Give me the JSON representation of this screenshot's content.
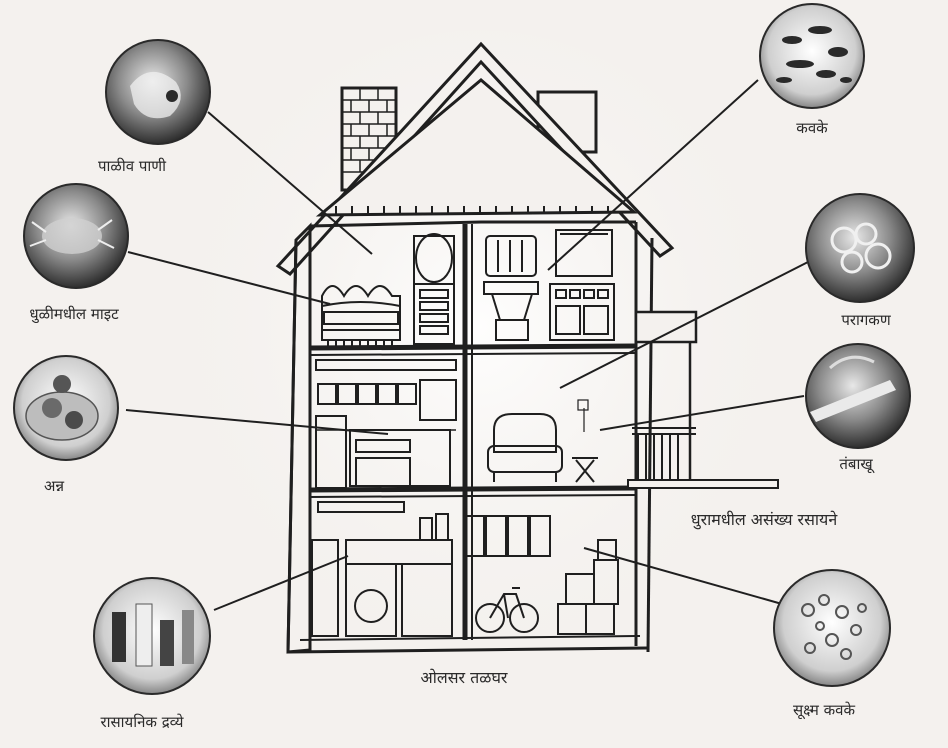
{
  "labels": {
    "water": "पाळीव पाणी",
    "mite": "धुळीमधील माइट",
    "food": "अन्न",
    "chemicals": "रासायनिक द्रव्ये",
    "kk_top": "कवके",
    "pollen": "परागकण",
    "tobacco": "तंबाखू",
    "smoke": "धुरामधील असंख्य रसायने",
    "fine_fungi": "सूक्ष्म कवके",
    "basement": "ओलसर तळघर"
  },
  "colors": {
    "background": "#f4f1ee",
    "line": "#1f1f1f",
    "bubble_dark": "#3a3a3a",
    "bubble_light": "#d8d8d8"
  },
  "icons": {
    "water": "pet-photo",
    "mite": "dust-mite-photo",
    "food": "food-plate-photo",
    "chemicals": "chemical-bottles-photo",
    "kk_top": "mold-photo",
    "pollen": "pollen-photo",
    "tobacco": "cigarette-photo",
    "fine_fungi": "microscopic-fungi-photo"
  }
}
